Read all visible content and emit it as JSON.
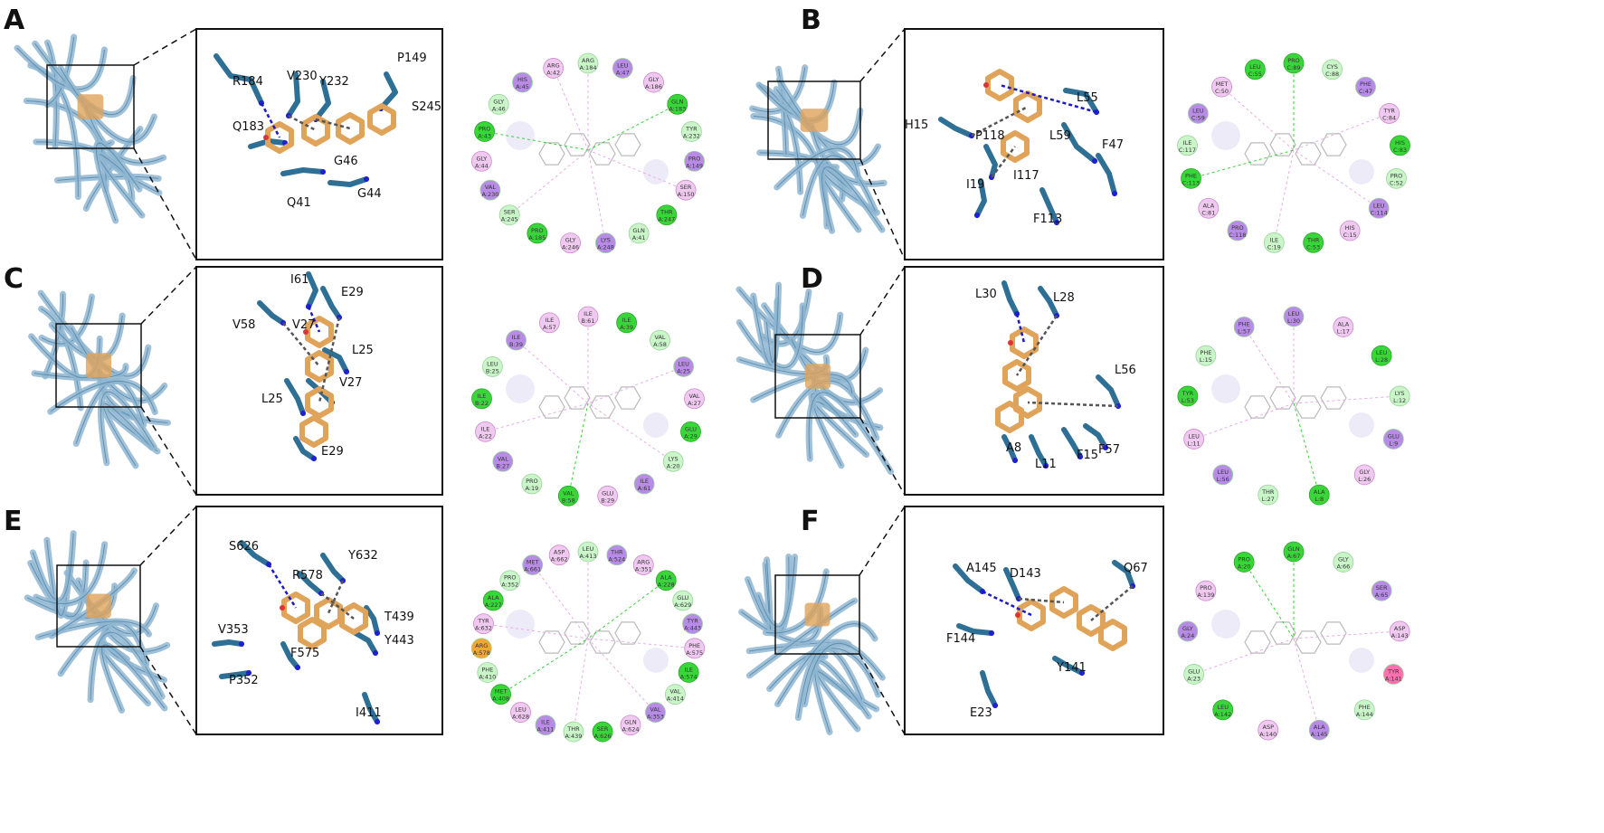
{
  "panels": [
    {
      "letter": "A",
      "residue_labels": [
        "R184",
        "V230",
        "Y232",
        "P149",
        "Q183",
        "S245",
        "G46",
        "Q41",
        "G44"
      ],
      "interaction_2d": [
        "ARG A:184",
        "LEU A:47",
        "GLY A:186",
        "GLN A:183",
        "TYR A:232",
        "PRO A:149",
        "SER A:150",
        "THR A:247",
        "GLN A:41",
        "LYS A:248",
        "GLY A:246",
        "PRO A:185",
        "SER A:245",
        "VAL A:230",
        "GLY A:44",
        "PRO A:43",
        "GLY A:46",
        "HIS A:45",
        "ARG A:42"
      ]
    },
    {
      "letter": "B",
      "residue_labels": [
        "L55",
        "H15",
        "P118",
        "L59",
        "F47",
        "I19",
        "I117",
        "F113"
      ],
      "interaction_2d": [
        "PRO C:89",
        "CYS C:88",
        "PHE C:47",
        "TYR C:84",
        "HIS C:83",
        "PRO C:52",
        "LEU C:114",
        "HIS C:15",
        "THR C:53",
        "ILE C:19",
        "PRO C:118",
        "ALA C:81",
        "PHE C:113",
        "ILE C:117",
        "LEU C:59",
        "MET C:50",
        "LEU C:55"
      ]
    },
    {
      "letter": "C",
      "residue_labels": [
        "I61",
        "E29",
        "V58",
        "V27",
        "L25",
        "L25",
        "V27",
        "E29"
      ],
      "interaction_2d": [
        "ILE B:61",
        "ILE A:39",
        "VAL A:58",
        "LEU A:25",
        "VAL A:27",
        "GLU A:29",
        "LYS A:20",
        "ILE A:61",
        "GLU B:29",
        "VAL B:58",
        "PRO A:19",
        "VAL B:27",
        "ILE A:22",
        "ILE B:22",
        "LEU B:25",
        "ILE B:39",
        "ILE A:57"
      ]
    },
    {
      "letter": "D",
      "residue_labels": [
        "L30",
        "L28",
        "L56",
        "F57",
        "A8",
        "L11",
        "F15"
      ],
      "interaction_2d": [
        "LEU L:30",
        "ALA L:17",
        "LEU L:28",
        "LYS L:12",
        "GLU L:9",
        "GLY L:26",
        "ALA L:8",
        "THR L:27",
        "LEU L:56",
        "LEU L:11",
        "TYR L:53",
        "PHE L:15",
        "PHE L:57"
      ]
    },
    {
      "letter": "E",
      "residue_labels": [
        "S626",
        "Y632",
        "R578",
        "T439",
        "V353",
        "Y443",
        "P352",
        "F575",
        "I411"
      ],
      "interaction_2d": [
        "LEU A:413",
        "THR A:524",
        "ARG A:351",
        "ALA A:228",
        "GLU A:629",
        "TYR A:443",
        "PHE A:575",
        "ILE A:574",
        "VAL A:414",
        "VAL A:353",
        "GLN A:624",
        "SER A:626",
        "THR A:439",
        "ILE A:411",
        "LEU A:628",
        "MET A:408",
        "PHE A:410",
        "ARG A:578",
        "TYR A:632",
        "ALA A:227",
        "PRO A:352",
        "MET A:661",
        "ASP A:662"
      ]
    },
    {
      "letter": "F",
      "residue_labels": [
        "A145",
        "D143",
        "Q67",
        "F144",
        "Y141",
        "E23"
      ],
      "interaction_2d": [
        "GLN A:67",
        "GLY A:66",
        "SER A:65",
        "ASP A:143",
        "TYR A:141",
        "PHE A:144",
        "ALA A:145",
        "ASP A:140",
        "LEU A:142",
        "GLU A:23",
        "GLY A:24",
        "PRO A:139",
        "PRO A:20"
      ]
    }
  ],
  "colors": {
    "protein_ribbon": "#8fb6d1",
    "residue_stick": "#2e6f95",
    "ligand_stick": "#e0a35a",
    "hbond": "#1a1ac8",
    "hydrophobic": "#555555",
    "vdw_circle": "#c9f5c9",
    "conv_hbond_circle": "#39d639",
    "pi_alkyl_circle": "#f0c9f0",
    "pi_sigma_circle": "#b88ce6",
    "pi_cation_circle": "#f0a830",
    "pi_donor_circle": "#d4e9f7",
    "pi_anion_circle": "#ff70b0"
  }
}
